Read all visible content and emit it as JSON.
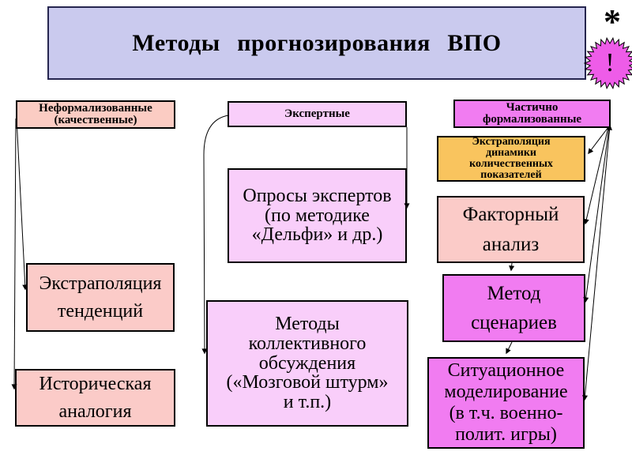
{
  "title": "Методы прогнозирования ВПО",
  "badge": {
    "asterisk": "*",
    "exclamation": "!"
  },
  "columns": {
    "left": {
      "header": "Неформализованные\n(качественные)",
      "boxes": {
        "extrapolation_trends": "Экстраполяция\nтенденций",
        "historical_analogy": "Историческая\nаналогия"
      }
    },
    "middle": {
      "header": "Экспертные",
      "boxes": {
        "expert_surveys": "Опросы экспертов\n(по методике\n«Дельфи» и др.)",
        "collective_discussion": "Методы\nколлективного\nобсуждения\n(«Мозговой штурм»\nи т.п.)"
      }
    },
    "right": {
      "header": "Частично\nформализованные",
      "boxes": {
        "extrapolation_dynamics": "Экстраполяция\nдинамики\nколичественных\nпоказателей",
        "factor_analysis": "Факторный\nанализ",
        "scenario_method": "Метод\nсценариев",
        "situational_modeling": "Ситуационное\nмоделирование\n(в т.ч. военно-\nполит. игры)"
      }
    }
  },
  "colors": {
    "title_bg": "#cacaee",
    "salmon_hdr": "#fbccc3",
    "salmon": "#fbcbc8",
    "pink": "#f9cefa",
    "magenta": "#f17cf1",
    "orange": "#f9c45e",
    "starburst": "#ee5ce8"
  }
}
